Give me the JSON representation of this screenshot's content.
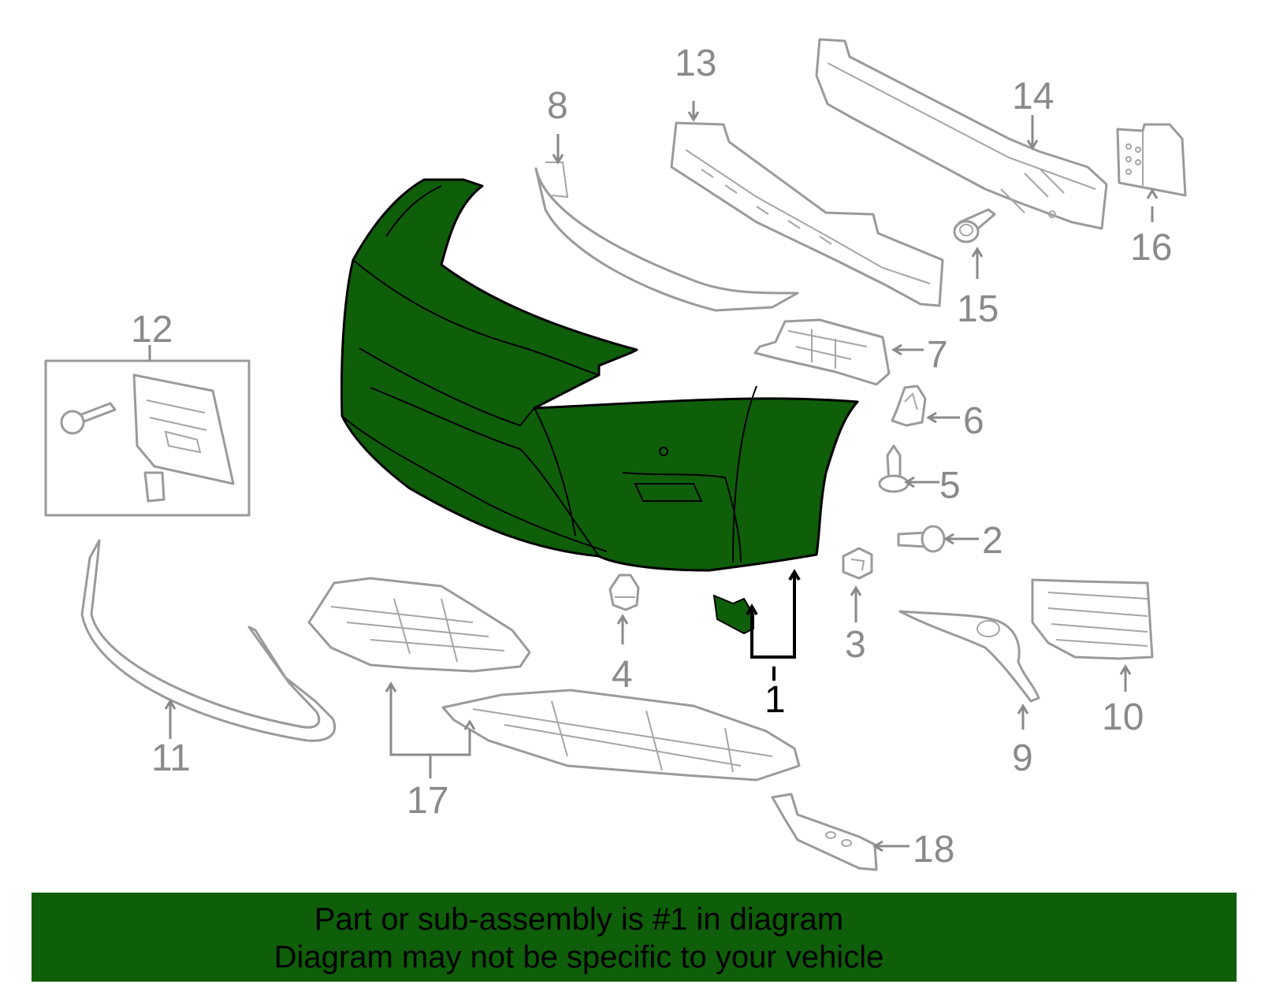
{
  "colors": {
    "highlight": "#0f5e0a",
    "outline": "#9a9a9a",
    "label": "#8a8a8a",
    "background": "#ffffff"
  },
  "labels": {
    "p1": "1",
    "p2": "2",
    "p3": "3",
    "p4": "4",
    "p5": "5",
    "p6": "6",
    "p7": "7",
    "p8": "8",
    "p9": "9",
    "p10": "10",
    "p11": "11",
    "p12": "12",
    "p13": "13",
    "p14": "14",
    "p15": "15",
    "p16": "16",
    "p17": "17",
    "p18": "18"
  },
  "banner": {
    "line1": "Part or sub-assembly is #1 in diagram",
    "line2": "Diagram may not be specific to your vehicle"
  }
}
